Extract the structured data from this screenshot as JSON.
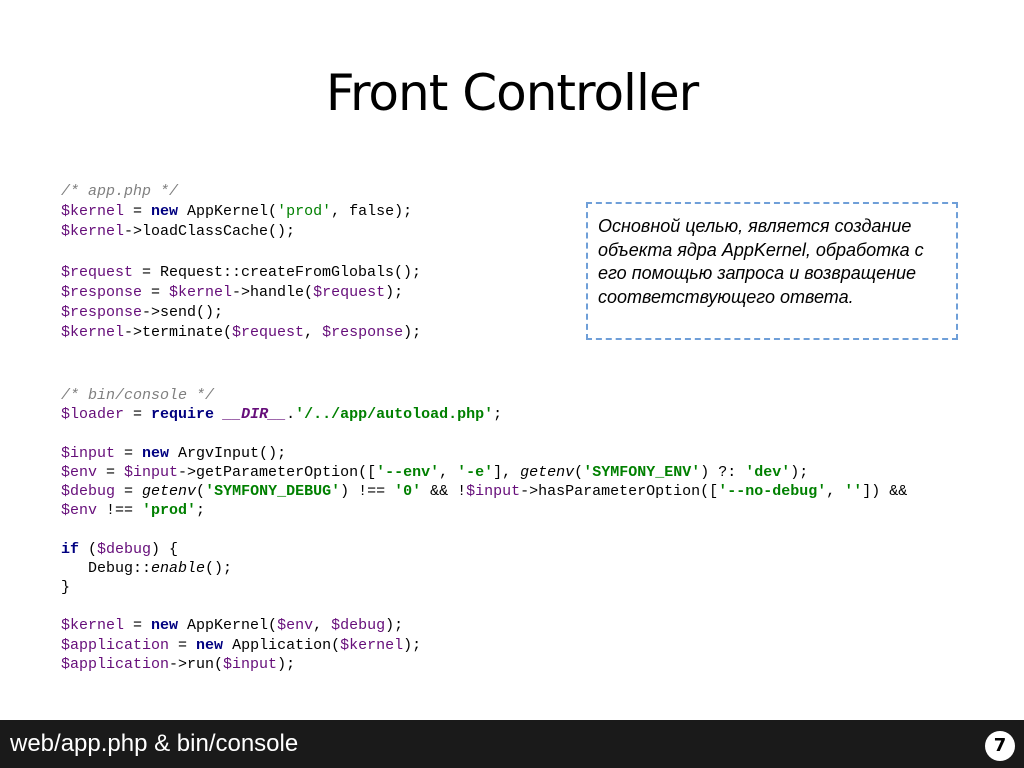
{
  "slide": {
    "title": "Front Controller",
    "note": "Основной целью, является создание объекта ядра AppKernel, обработка с его помощью запроса и возвращение соответствующего ответа.",
    "footer": "web/app.php & bin/console",
    "page_number": "7"
  },
  "code_blocks": [
    {
      "id": "app-php",
      "lines": [
        [
          [
            "cmt",
            "/* app.php */"
          ]
        ],
        [
          [
            "var",
            "$kernel"
          ],
          [
            "plain",
            " = "
          ],
          [
            "kw",
            "new"
          ],
          [
            "plain",
            " AppKernel("
          ],
          [
            "str1",
            "'prod'"
          ],
          [
            "plain",
            ", false);"
          ]
        ],
        [
          [
            "var",
            "$kernel"
          ],
          [
            "plain",
            "->loadClassCache();"
          ]
        ],
        [],
        [
          [
            "var",
            "$request"
          ],
          [
            "plain",
            " = Request::createFromGlobals();"
          ]
        ],
        [
          [
            "var",
            "$response"
          ],
          [
            "plain",
            " = "
          ],
          [
            "var",
            "$kernel"
          ],
          [
            "plain",
            "->handle("
          ],
          [
            "var",
            "$request"
          ],
          [
            "plain",
            ");"
          ]
        ],
        [
          [
            "var",
            "$response"
          ],
          [
            "plain",
            "->send();"
          ]
        ],
        [
          [
            "var",
            "$kernel"
          ],
          [
            "plain",
            "->terminate("
          ],
          [
            "var",
            "$request"
          ],
          [
            "plain",
            ", "
          ],
          [
            "var",
            "$response"
          ],
          [
            "plain",
            ");"
          ]
        ]
      ]
    },
    {
      "id": "bin-console",
      "lines": [
        [
          [
            "cmt",
            "/* bin/console */"
          ]
        ],
        [
          [
            "var",
            "$loader"
          ],
          [
            "plain",
            " = "
          ],
          [
            "kw",
            "require"
          ],
          [
            "plain",
            " "
          ],
          [
            "const",
            "__DIR__"
          ],
          [
            "plain",
            "."
          ],
          [
            "str",
            "'/../app/autoload.php'"
          ],
          [
            "plain",
            ";"
          ]
        ],
        [],
        [
          [
            "var",
            "$input"
          ],
          [
            "plain",
            " = "
          ],
          [
            "kw",
            "new"
          ],
          [
            "plain",
            " ArgvInput();"
          ]
        ],
        [
          [
            "var",
            "$env"
          ],
          [
            "plain",
            " = "
          ],
          [
            "var",
            "$input"
          ],
          [
            "plain",
            "->getParameterOption(["
          ],
          [
            "str",
            "'--env'"
          ],
          [
            "plain",
            ", "
          ],
          [
            "str",
            "'-e'"
          ],
          [
            "plain",
            "], "
          ],
          [
            "fn",
            "getenv"
          ],
          [
            "plain",
            "("
          ],
          [
            "str",
            "'SYMFONY_ENV'"
          ],
          [
            "plain",
            ") ?: "
          ],
          [
            "str",
            "'dev'"
          ],
          [
            "plain",
            ");"
          ]
        ],
        [
          [
            "var",
            "$debug"
          ],
          [
            "plain",
            " = "
          ],
          [
            "fn",
            "getenv"
          ],
          [
            "plain",
            "("
          ],
          [
            "str",
            "'SYMFONY_DEBUG'"
          ],
          [
            "plain",
            ") !== "
          ],
          [
            "str",
            "'0'"
          ],
          [
            "plain",
            " && !"
          ],
          [
            "var",
            "$input"
          ],
          [
            "plain",
            "->hasParameterOption(["
          ],
          [
            "str",
            "'--no-debug'"
          ],
          [
            "plain",
            ", "
          ],
          [
            "str",
            "''"
          ],
          [
            "plain",
            "]) &&"
          ]
        ],
        [
          [
            "var",
            "$env"
          ],
          [
            "plain",
            " !== "
          ],
          [
            "str",
            "'prod'"
          ],
          [
            "plain",
            ";"
          ]
        ],
        [],
        [
          [
            "kw",
            "if"
          ],
          [
            "plain",
            " ("
          ],
          [
            "var",
            "$debug"
          ],
          [
            "plain",
            ") {"
          ]
        ],
        [
          [
            "plain",
            "   Debug::"
          ],
          [
            "fn",
            "enable"
          ],
          [
            "plain",
            "();"
          ]
        ],
        [
          [
            "plain",
            "}"
          ]
        ],
        [],
        [
          [
            "var",
            "$kernel"
          ],
          [
            "plain",
            " = "
          ],
          [
            "kw",
            "new"
          ],
          [
            "plain",
            " AppKernel("
          ],
          [
            "var",
            "$env"
          ],
          [
            "plain",
            ", "
          ],
          [
            "var",
            "$debug"
          ],
          [
            "plain",
            ");"
          ]
        ],
        [
          [
            "var",
            "$application"
          ],
          [
            "plain",
            " = "
          ],
          [
            "kw",
            "new"
          ],
          [
            "plain",
            " Application("
          ],
          [
            "var",
            "$kernel"
          ],
          [
            "plain",
            ");"
          ]
        ],
        [
          [
            "var",
            "$application"
          ],
          [
            "plain",
            "->run("
          ],
          [
            "var",
            "$input"
          ],
          [
            "plain",
            ");"
          ]
        ]
      ]
    }
  ]
}
